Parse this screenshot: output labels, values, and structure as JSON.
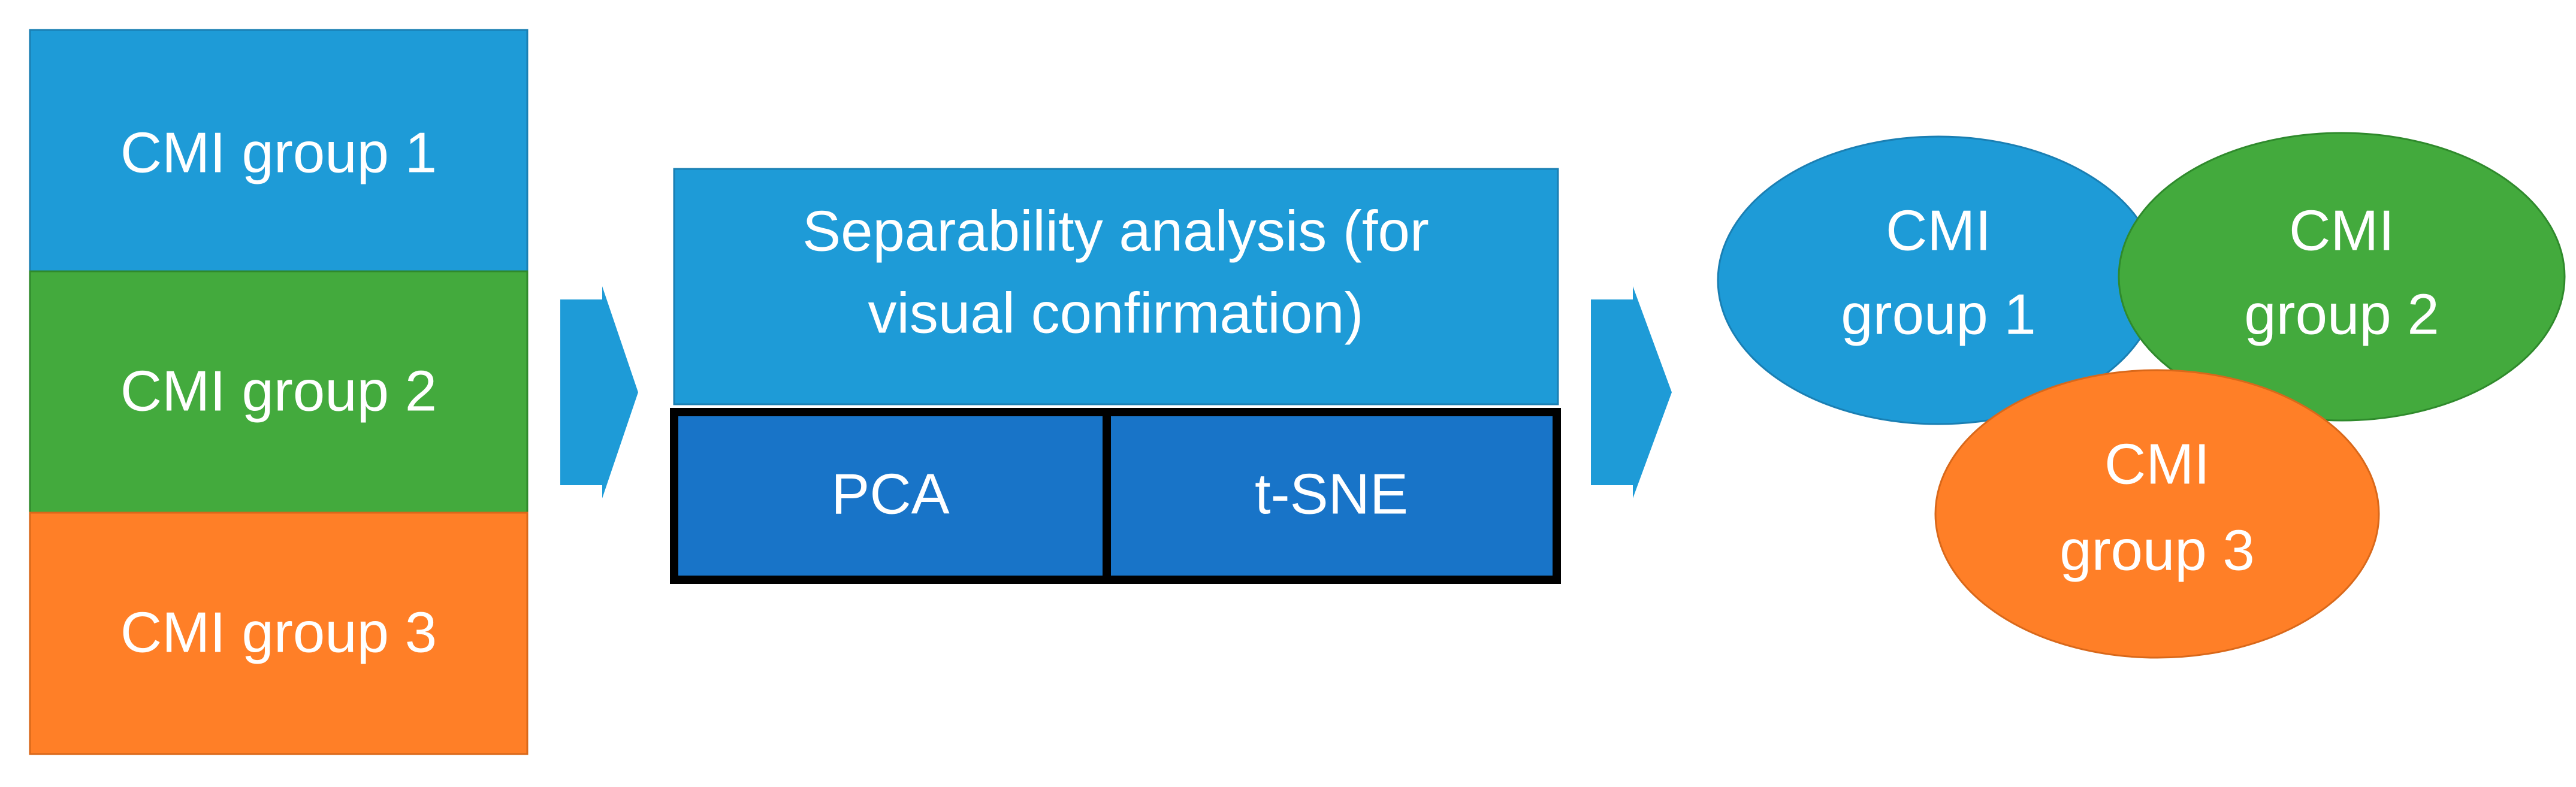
{
  "colors": {
    "blue": "#1E9BD7",
    "green": "#43AA3D",
    "orange": "#FF7F27",
    "dark_blue": "#1874C8",
    "outline": "#000000",
    "text": "#ffffff"
  },
  "input_groups": [
    {
      "label": "CMI group 1",
      "color": "#1E9BD7"
    },
    {
      "label": "CMI group 2",
      "color": "#43AA3D"
    },
    {
      "label": "CMI group 3",
      "color": "#FF7F27"
    }
  ],
  "analysis": {
    "title_line1": "Separability analysis (for",
    "title_line2": "visual confirmation)",
    "methods": [
      "PCA",
      "t-SNE"
    ]
  },
  "output_clusters": [
    {
      "line1": "CMI",
      "line2": "group 1",
      "color": "#1E9BD7"
    },
    {
      "line1": "CMI",
      "line2": "group 2",
      "color": "#43AA3D"
    },
    {
      "line1": "CMI",
      "line2": "group 3",
      "color": "#FF7F27"
    }
  ]
}
